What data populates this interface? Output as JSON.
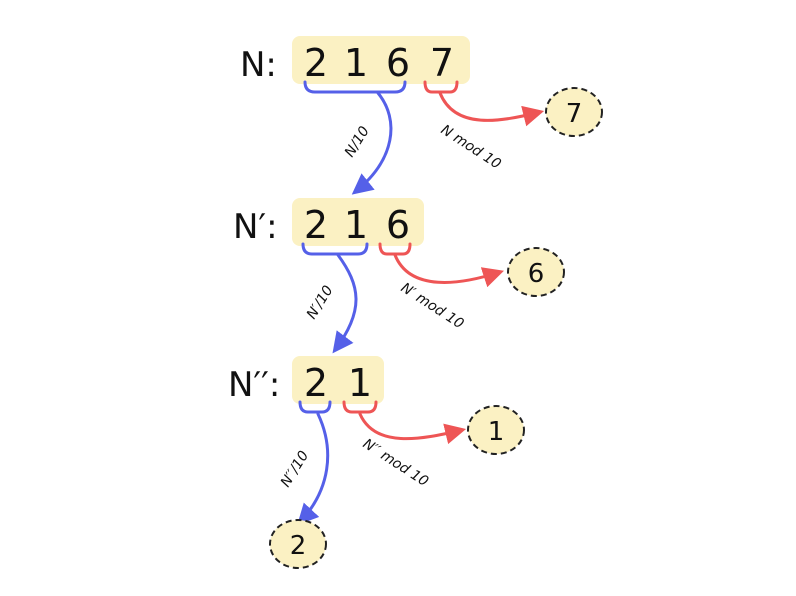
{
  "colors": {
    "highlight": "#fbf1c3",
    "blue": "#5560e8",
    "red": "#ee5555",
    "digit": "#111111",
    "circle_stroke": "#222222"
  },
  "steps": [
    {
      "label": "N:",
      "digits": [
        "2",
        "1",
        "6",
        "7"
      ],
      "div_op": "N/10",
      "mod_op": "N mod 10",
      "result": "7"
    },
    {
      "label": "N′:",
      "digits": [
        "2",
        "1",
        "6"
      ],
      "div_op": "N′/10",
      "mod_op": "N′ mod 10",
      "result": "6"
    },
    {
      "label": "N′′:",
      "digits": [
        "2",
        "1"
      ],
      "div_op": "N′′/10",
      "mod_op": "N′′ mod 10",
      "result": "1"
    }
  ],
  "final_result": "2"
}
